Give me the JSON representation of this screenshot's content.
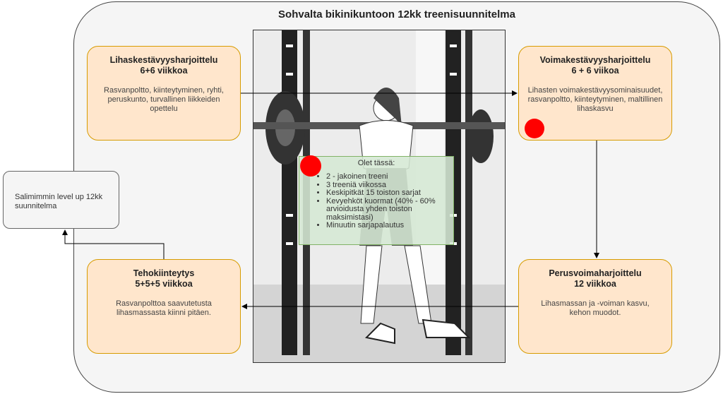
{
  "title": "Sohvalta bikinikuntoon 12kk treenisuunnitelma",
  "boxes": {
    "top_left": {
      "heading1": "Lihaskestävyysharjoittelu",
      "heading2": "6+6 viikkoa",
      "body": "Rasvanpoltto, kiinteytyminen, ryhti, peruskunto, turvallinen liikkeiden opettelu"
    },
    "top_right": {
      "heading1": "Voimakestävyysharjoittelu",
      "heading2": "6 + 6 viikoa",
      "body": "Lihasten voimakestävyysominaisuudet, rasvanpoltto, kiinteytyminen, maltillinen lihaskasvu"
    },
    "bottom_right": {
      "heading1": "Perusvoimaharjoittelu",
      "heading2": "12 viikkoa",
      "body": "Lihasmassan ja -voiman kasvu, kehon muodot."
    },
    "bottom_left": {
      "heading1": "Tehokiinteytys",
      "heading2": "5+5+5 viikkoa",
      "body": "Rasvanpolttoa saavutetusta lihasmassasta kiinni pitäen."
    }
  },
  "side_box": "Salimimmin level up 12kk suunnitelma",
  "note": {
    "title": "Olet tässä:",
    "items": [
      "2 - jakoinen treeni",
      "3 treeniä viikossa",
      "Keskipitkät 15 toiston sarjat",
      "Kevyehköt kuormat (40% - 60% arvioidusta yhden toiston maksimistasi)",
      "Minuutin sarjapalautus"
    ]
  },
  "colors": {
    "box_fill": "#ffe6cc",
    "box_border": "#d79b00",
    "note_fill": "#d5e8d4",
    "marker": "#ff0000"
  }
}
